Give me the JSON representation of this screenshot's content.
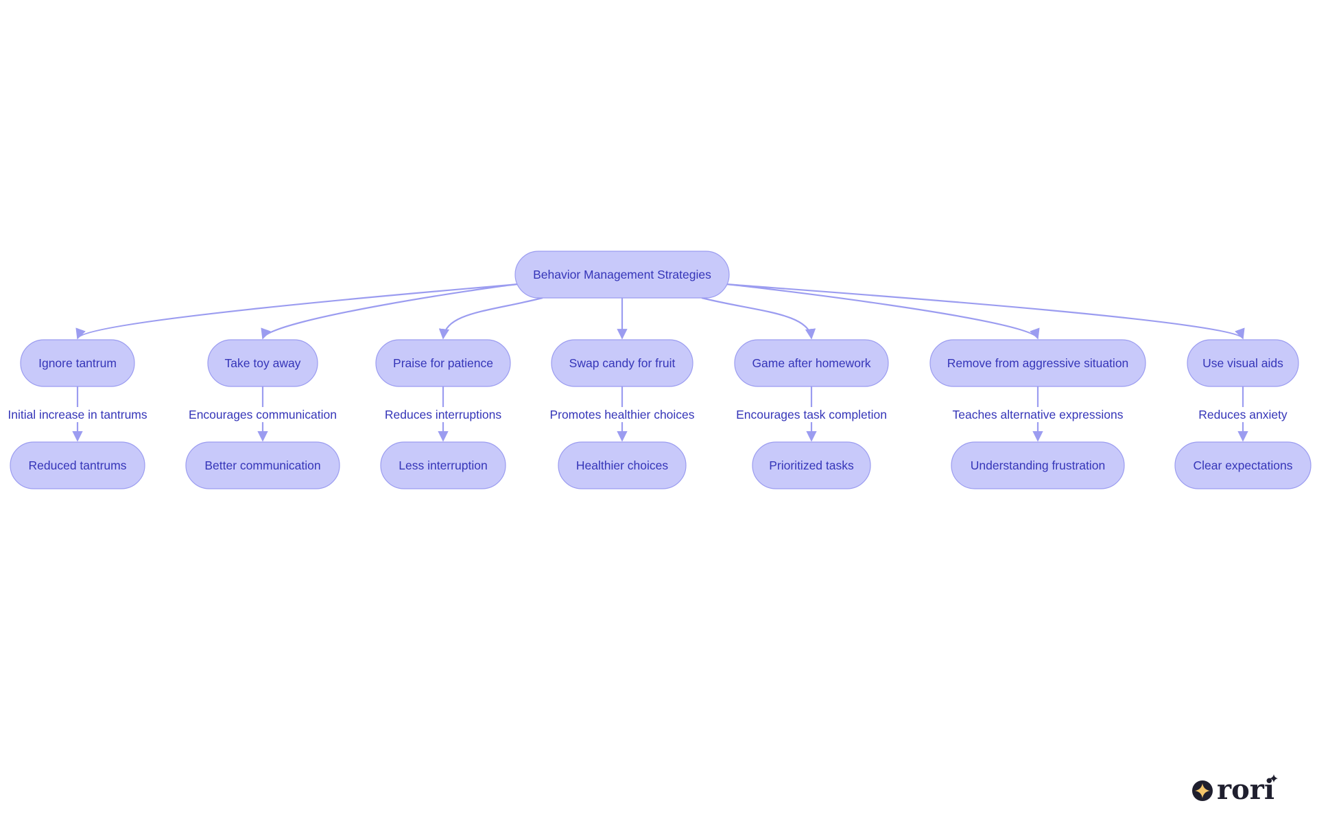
{
  "diagram": {
    "root": {
      "id": "root",
      "label": "Behavior Management Strategies"
    },
    "strategies": [
      {
        "id": "s1",
        "label": "Ignore tantrum",
        "edge_label": "Initial increase in tantrums",
        "outcome": "Reduced tantrums"
      },
      {
        "id": "s2",
        "label": "Take toy away",
        "edge_label": "Encourages communication",
        "outcome": "Better communication"
      },
      {
        "id": "s3",
        "label": "Praise for patience",
        "edge_label": "Reduces interruptions",
        "outcome": "Less interruption"
      },
      {
        "id": "s4",
        "label": "Swap candy for fruit",
        "edge_label": "Promotes healthier choices",
        "outcome": "Healthier choices"
      },
      {
        "id": "s5",
        "label": "Game after homework",
        "edge_label": "Encourages task completion",
        "outcome": "Prioritized tasks"
      },
      {
        "id": "s6",
        "label": "Remove from aggressive situation",
        "edge_label": "Teaches alternative expressions",
        "outcome": "Understanding frustration"
      },
      {
        "id": "s7",
        "label": "Use visual aids",
        "edge_label": "Reduces anxiety",
        "outcome": "Clear expectations"
      }
    ]
  },
  "logo": {
    "text": "rori",
    "icon": "sparkle-icon"
  },
  "colors": {
    "node_fill": "#c8c9fa",
    "node_stroke": "#9b9cf0",
    "text": "#3535b8",
    "edge": "#9b9cf0",
    "logo": "#1f1f2e",
    "logo_accent": "#f2c46a"
  }
}
